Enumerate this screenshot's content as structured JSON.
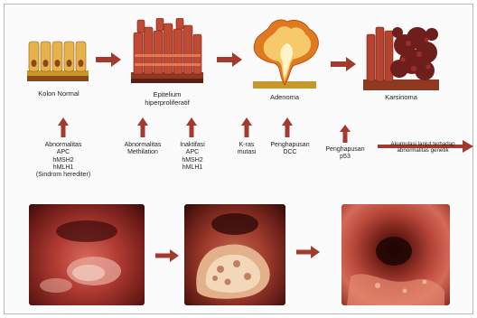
{
  "colors": {
    "arrow": "#a33a2e",
    "tissue": "#b5432e",
    "tissue_dark": "#6e1f1c",
    "adenoma": "#e58a1f"
  },
  "stages": [
    {
      "label": "Kolon Normal"
    },
    {
      "label_lines": [
        "Epitelium",
        "hiperproliferatif"
      ]
    },
    {
      "label": "Adenoma"
    },
    {
      "label": "Karsinoma"
    }
  ],
  "causes": [
    {
      "lines": [
        "Abnormalitas",
        "APC",
        "hMSH2",
        "hMLH1",
        "(Sindrom herediter)"
      ]
    },
    {
      "lines": [
        "Abnormalitas",
        "Methilation"
      ]
    },
    {
      "lines": [
        "Inaktifasi",
        "APC",
        "hMSH2",
        "hMLH1"
      ]
    },
    {
      "lines": [
        "K-ras",
        "mutasi"
      ]
    },
    {
      "lines": [
        "Penghapusan",
        "DCC"
      ]
    },
    {
      "lines": [
        "Penghapusan",
        "p53"
      ]
    },
    {
      "lines": [
        "Akumulasi lanjut terhadap",
        "abnormalitas genetik"
      ]
    }
  ],
  "photos": [
    {
      "name": "endoscopy-normal-colon"
    },
    {
      "name": "endoscopy-adenoma-polyp"
    },
    {
      "name": "endoscopy-carcinoma"
    }
  ]
}
